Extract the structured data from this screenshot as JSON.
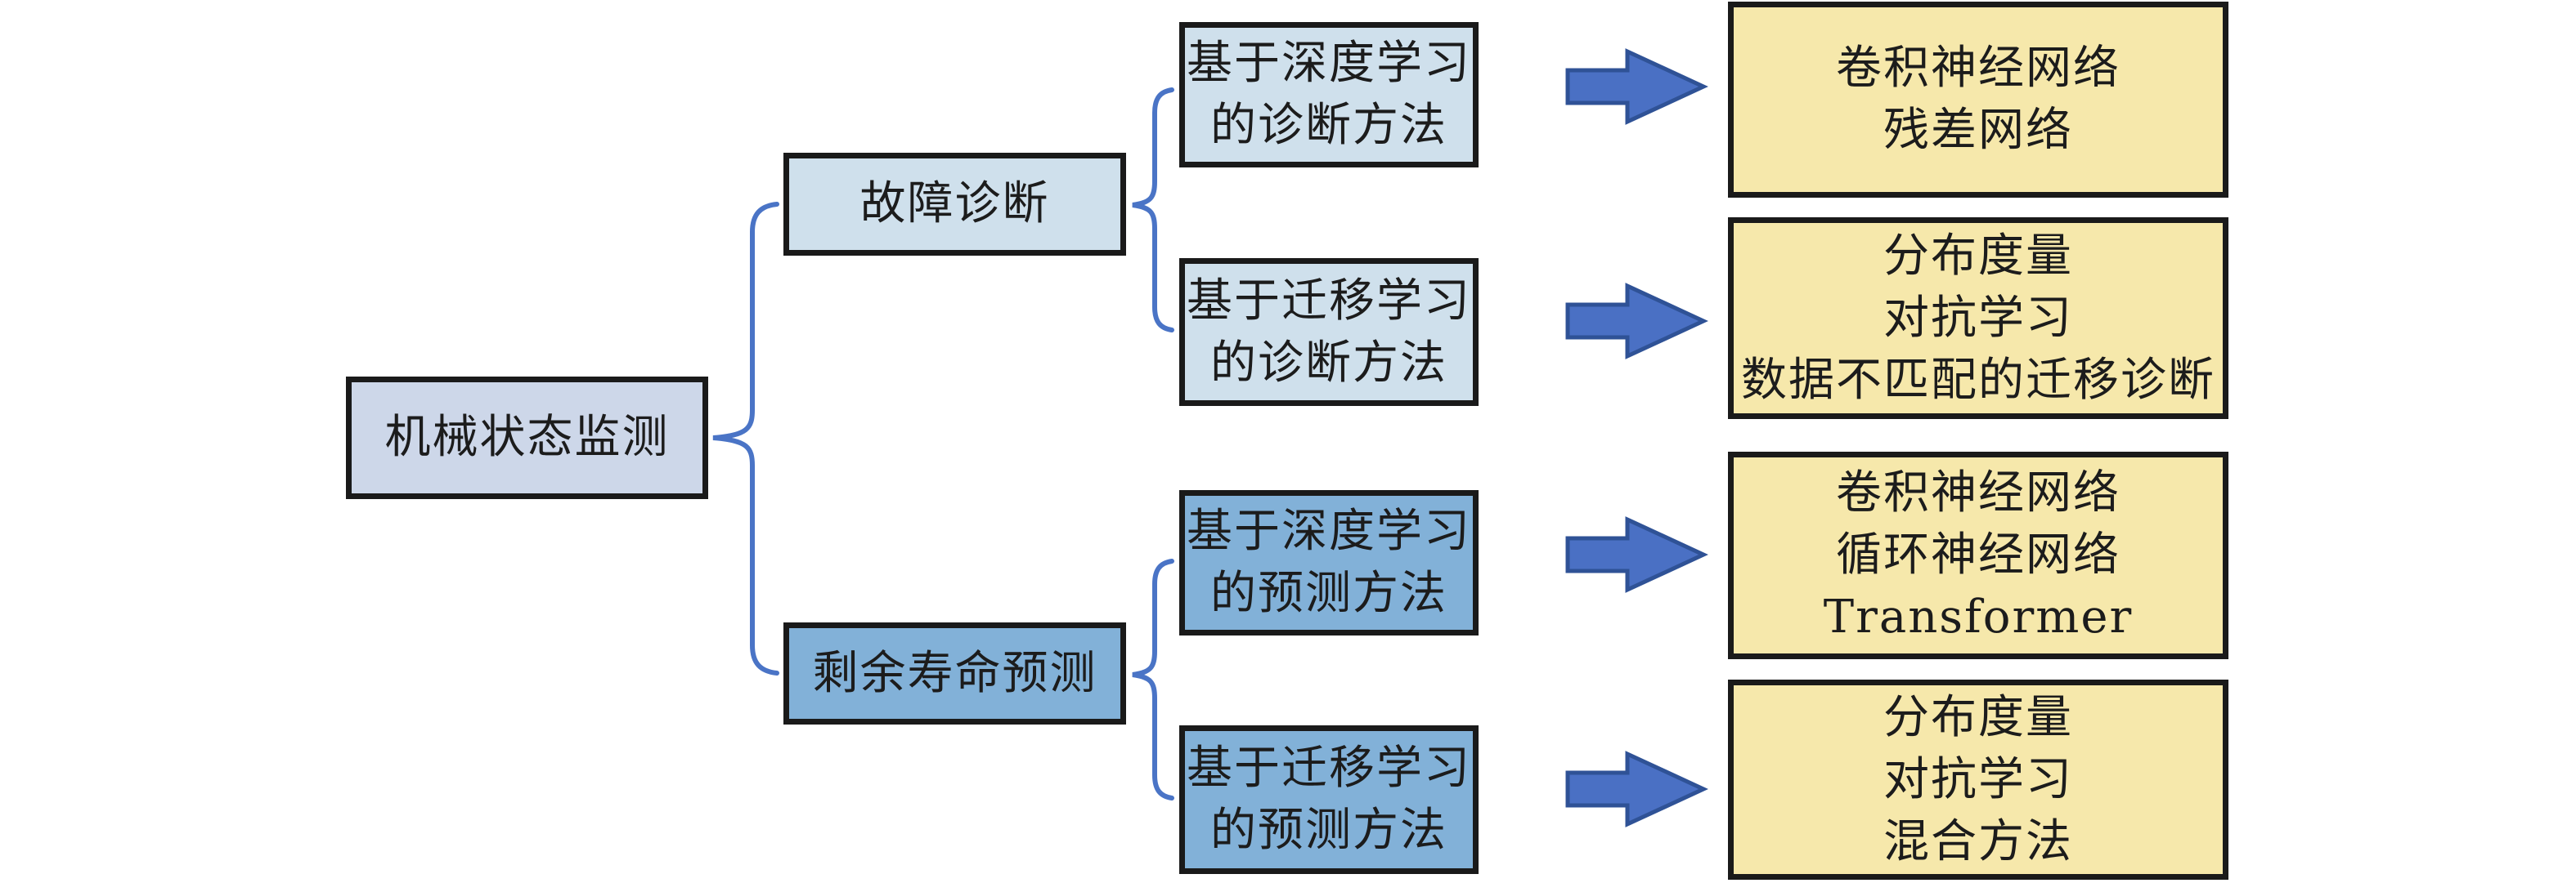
{
  "palette": {
    "canvas_bg": "#ffffff",
    "root_fill": "#cdd7e9",
    "branch_light_fill": "#cfe0ec",
    "branch_dark_fill": "#82b1d8",
    "leaf_fill": "#f6e8ab",
    "box_border": "#1a1a1a",
    "text": "#1c1c1c",
    "brace": "#4a74c6",
    "arrow_fill": "#4a70c4",
    "arrow_stroke": "#2f5296"
  },
  "tree": {
    "root": {
      "label": "机械状态监测"
    },
    "branches": [
      {
        "label": "故障诊断",
        "children": [
          {
            "lines": [
              "基于深度学习",
              "的诊断方法"
            ],
            "outputs": [
              "卷积神经网络",
              "残差网络"
            ]
          },
          {
            "lines": [
              "基于迁移学习",
              "的诊断方法"
            ],
            "outputs": [
              "分布度量",
              "对抗学习",
              "数据不匹配的迁移诊断"
            ]
          }
        ]
      },
      {
        "label": "剩余寿命预测",
        "children": [
          {
            "lines": [
              "基于深度学习",
              "的预测方法"
            ],
            "outputs": [
              "卷积神经网络",
              "循环神经网络",
              "Transformer"
            ]
          },
          {
            "lines": [
              "基于迁移学习",
              "的预测方法"
            ],
            "outputs": [
              "分布度量",
              "对抗学习",
              "混合方法"
            ]
          }
        ]
      }
    ]
  }
}
